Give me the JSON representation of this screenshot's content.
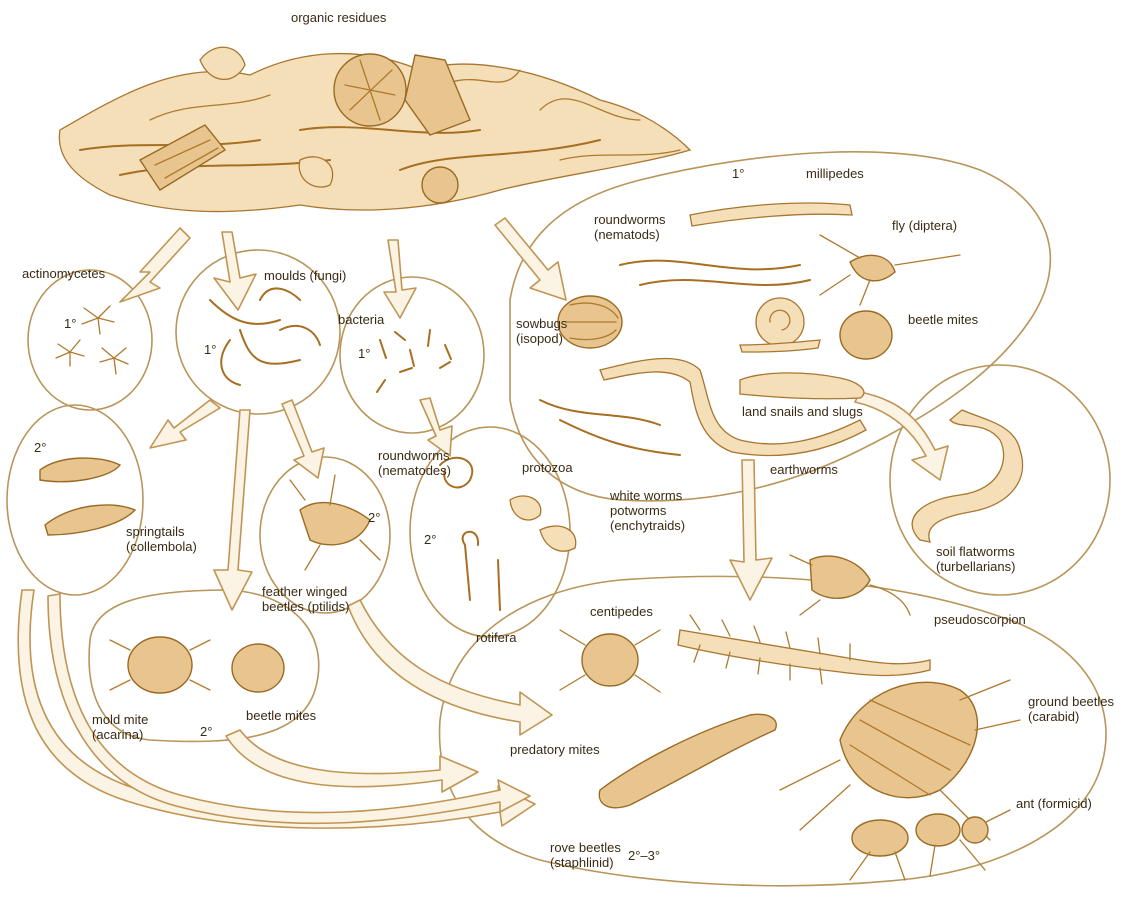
{
  "title": "organic residues",
  "labels": {
    "actinomycetes": "actinomycetes",
    "moulds": "moulds (fungi)",
    "bacteria": "bacteria",
    "level_1a": "1°",
    "level_1b": "1°",
    "level_1c": "1°",
    "level_1d": "1°",
    "millipedes": "millipedes",
    "roundworms_top_1": "roundworms",
    "roundworms_top_2": "(nematods)",
    "fly_1": "fly (diptera)",
    "sowbugs_1": "sowbugs",
    "sowbugs_2": "(isopod)",
    "beetle_mites_top": "beetle mites",
    "land_snails": "land snails and slugs",
    "earthworms": "earthworms",
    "roundworms_mid_1": "roundworms",
    "roundworms_mid_2": "(nematodes)",
    "protozoa": "protozoa",
    "white_worms_1": "white worms",
    "white_worms_2": "potworms",
    "white_worms_3": "(enchytraids)",
    "level_2a": "2°",
    "level_2b": "2°",
    "level_2c": "2°",
    "level_2d": "2°",
    "springtails_1": "springtails",
    "springtails_2": "(collembola)",
    "feather_1": "feather winged",
    "feather_2": "beetles (ptilids)",
    "rotifera": "rotifera",
    "soil_flatworms_1": "soil flatworms",
    "soil_flatworms_2": "(turbellarians)",
    "centipedes": "centipedes",
    "pseudoscorpion": "pseudoscorpion",
    "mold_mite_1": "mold mite",
    "mold_mite_2": "(acarina)",
    "beetle_mites_low": "beetle mites",
    "predatory_mites": "predatory mites",
    "ground_beetles_1": "ground beetles",
    "ground_beetles_2": "(carabid)",
    "ant": "ant (formicid)",
    "rove_beetles_1": "rove beetles",
    "rove_beetles_2": "(staphlinid)",
    "level_23": "2°–3°"
  },
  "colors": {
    "ink": "#a86f22",
    "outline": "#b9955a",
    "text": "#3a2a14"
  }
}
